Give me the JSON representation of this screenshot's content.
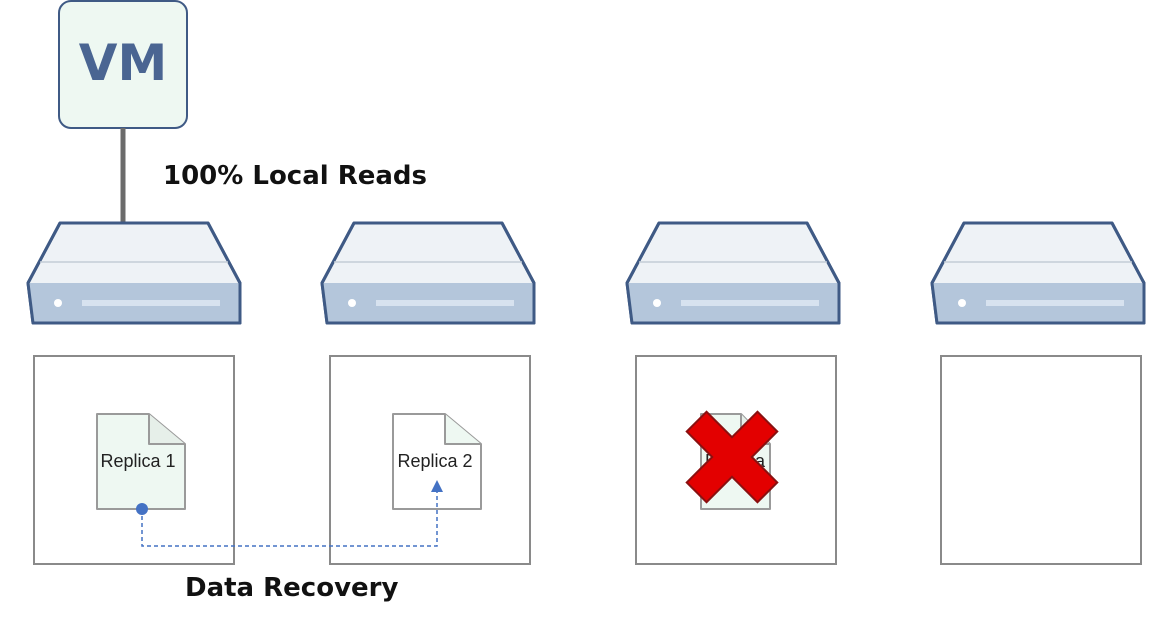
{
  "vm": {
    "label": "VM"
  },
  "reads_label": "100% Local Reads",
  "recovery_label": "Data Recovery",
  "replicas": [
    {
      "label": "Replica 1",
      "state": "active"
    },
    {
      "label": "Replica 2",
      "state": "recovered"
    },
    {
      "label": "Replica",
      "state": "failed"
    }
  ],
  "colors": {
    "server_top": "#eef2f6",
    "server_front": "#b4c6db",
    "server_outline": "#3f5a85",
    "vm_fill": "#eef8f2",
    "replica_fill_green": "#eef8f2",
    "replica_outline": "#9a9a9a",
    "recovery_line": "#4472c4",
    "fail_cross": "#e30000"
  },
  "icons": {
    "server": "server-icon",
    "document": "document-icon",
    "failure": "failure-x-icon"
  }
}
